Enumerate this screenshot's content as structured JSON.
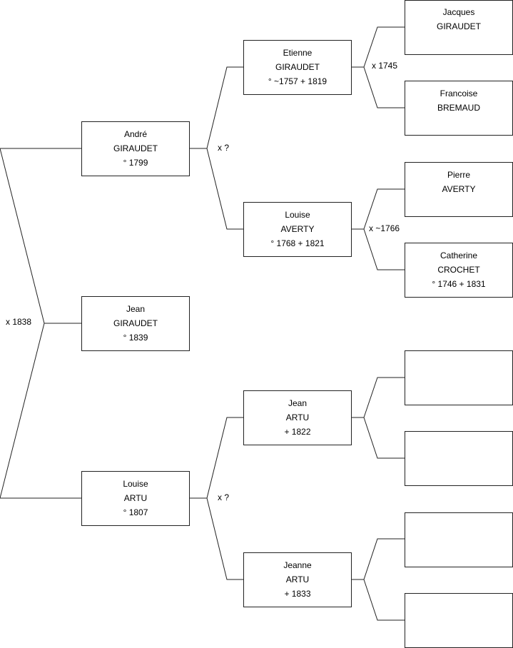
{
  "persons": {
    "andre": {
      "first": "André",
      "last": "GIRAUDET",
      "dates": "° 1799"
    },
    "jean": {
      "first": "Jean",
      "last": "GIRAUDET",
      "dates": "° 1839"
    },
    "louise_artu": {
      "first": "Louise",
      "last": "ARTU",
      "dates": "° 1807"
    },
    "etienne": {
      "first": "Etienne",
      "last": "GIRAUDET",
      "dates": "° ~1757 + 1819"
    },
    "louise_averty": {
      "first": "Louise",
      "last": "AVERTY",
      "dates": "° 1768 + 1821"
    },
    "jean_artu": {
      "first": "Jean",
      "last": "ARTU",
      "dates": "+ 1822"
    },
    "jeanne_artu": {
      "first": "Jeanne",
      "last": "ARTU",
      "dates": "+ 1833"
    },
    "jacques": {
      "first": "Jacques",
      "last": "GIRAUDET",
      "dates": ""
    },
    "francoise": {
      "first": "Francoise",
      "last": "BREMAUD",
      "dates": ""
    },
    "pierre": {
      "first": "Pierre",
      "last": "AVERTY",
      "dates": ""
    },
    "catherine": {
      "first": "Catherine",
      "last": "CROCHET",
      "dates": "° 1746 + 1831"
    },
    "unknown_1": {
      "first": "",
      "last": "",
      "dates": ""
    },
    "unknown_2": {
      "first": "",
      "last": "",
      "dates": ""
    },
    "unknown_3": {
      "first": "",
      "last": "",
      "dates": ""
    },
    "unknown_4": {
      "first": "",
      "last": "",
      "dates": ""
    }
  },
  "marriages": {
    "main": "x 1838",
    "giraudet_artu_parents_1": "x ?",
    "giraudet_artu_parents_2": "x ?",
    "etienne_parents": "x 1745",
    "louise_averty_parents": "x ~1766"
  },
  "colors": {
    "line": "#222222",
    "box_border": "#222222",
    "text": "#000000"
  }
}
